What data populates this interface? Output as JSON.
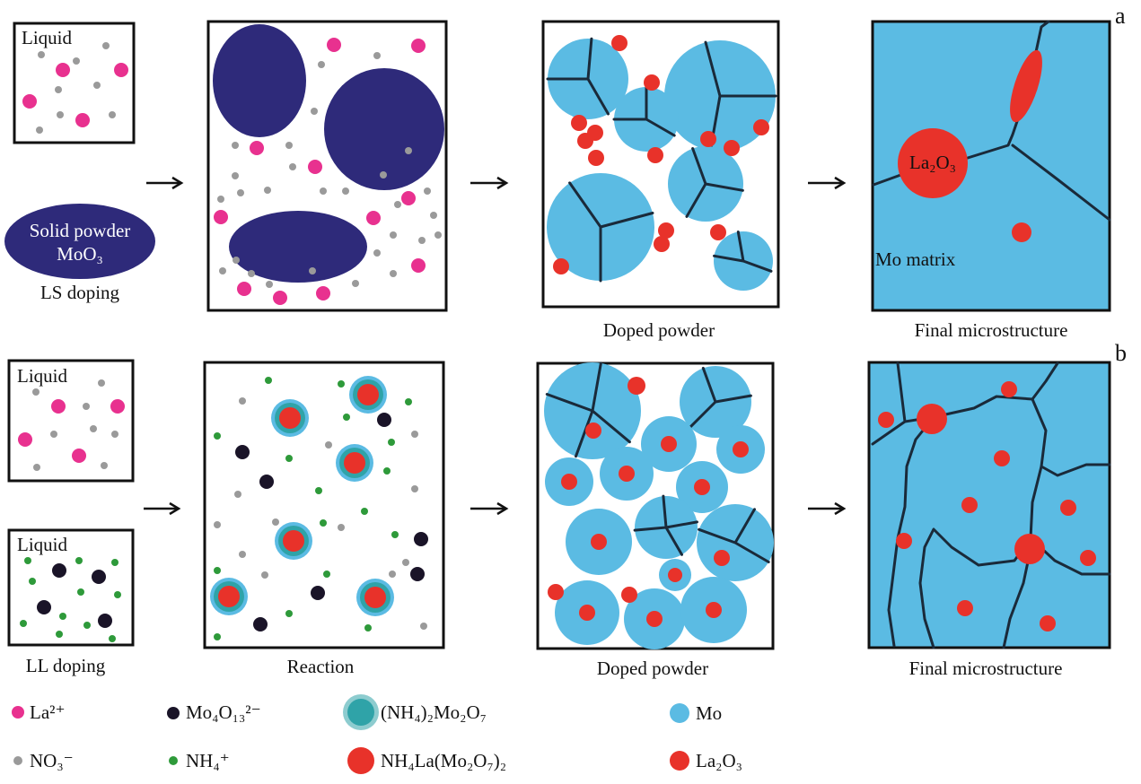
{
  "panel_letters": {
    "a": "a",
    "b": "b"
  },
  "row_a": {
    "liquid_label": "Liquid",
    "solid_powder_line1": "Solid powder",
    "solid_powder_line2": "MoO₃",
    "method_label": "LS doping",
    "doped_powder_label": "Doped powder",
    "final_label": "Final microstructure",
    "la2o3_label": "La₂O₃",
    "matrix_label": "Mo matrix"
  },
  "row_b": {
    "liquid_label_1": "Liquid",
    "liquid_label_2": "Liquid",
    "method_label": "LL doping",
    "reaction_label": "Reaction",
    "doped_powder_label": "Doped powder",
    "final_label": "Final microstructure"
  },
  "legend": [
    {
      "label": "La²⁺",
      "color": "#e8318f",
      "marker": "small-dot"
    },
    {
      "label": "Mo₄O₁₃²⁻",
      "color": "#1a1428",
      "marker": "small-dot"
    },
    {
      "label": "(NH₄)₂Mo₂O₇",
      "color": "#2fa3a8",
      "marker": "large-dot"
    },
    {
      "label": "Mo",
      "color": "#5bbbe3",
      "marker": "medium-dot"
    },
    {
      "label": "NO₃⁻",
      "color": "#9a9a9a",
      "marker": "small-dot"
    },
    {
      "label": "NH₄⁺",
      "color": "#2e9a3a",
      "marker": "small-dot"
    },
    {
      "label": "NH₄La(Mo₂O₇)₂",
      "color": "#e8322a",
      "marker": "large-dot"
    },
    {
      "label": "La₂O₃",
      "color": "#e8322a",
      "marker": "medium-dot"
    }
  ],
  "colors": {
    "la_ion": "#e8318f",
    "no3_ion": "#9a9a9a",
    "nh4_ion": "#2e9a3a",
    "mo_anion": "#1a1428",
    "moo3": "#2e2a7a",
    "mo": "#5bbbe3",
    "la2o3": "#e8322a",
    "ammonium_dimolybdate": "#2fa3a8"
  }
}
